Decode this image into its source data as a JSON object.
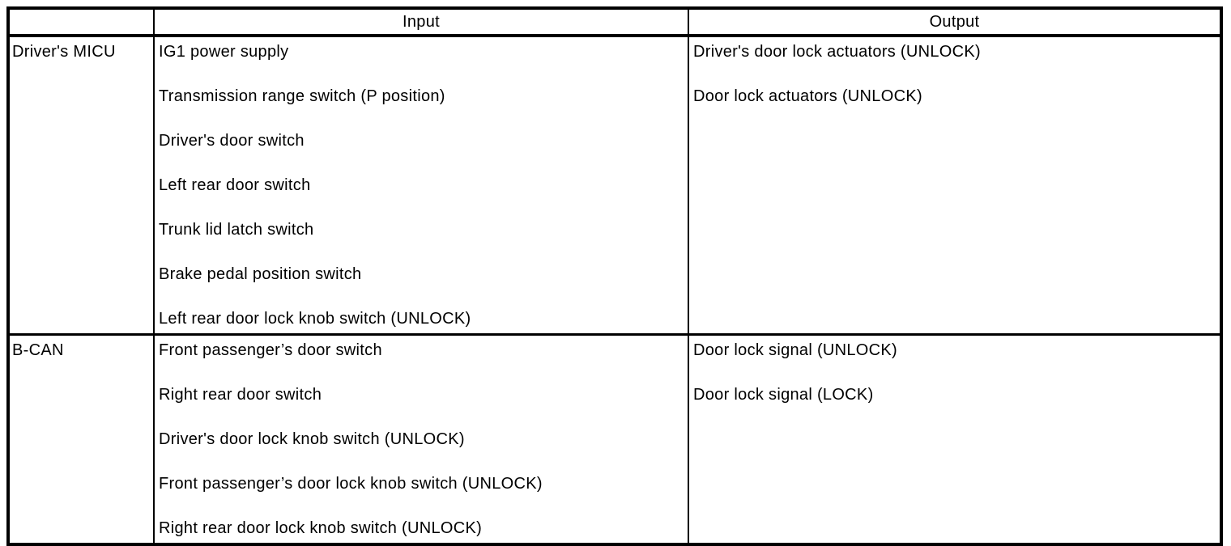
{
  "colors": {
    "border": "#000000",
    "text": "#000000",
    "background": "#ffffff"
  },
  "table": {
    "header": {
      "corner_label": "",
      "input_label": "Input",
      "output_label": "Output"
    },
    "rows": [
      {
        "source": "Driver's MICU",
        "inputs": [
          "IG1 power supply",
          "Transmission range switch (P position)",
          "Driver's door switch",
          "Left rear door switch",
          "Trunk lid latch switch",
          "Brake pedal position switch",
          "Left rear door lock knob switch (UNLOCK)"
        ],
        "outputs": [
          "Driver's door lock actuators (UNLOCK)",
          "Door lock actuators (UNLOCK)"
        ]
      },
      {
        "source": "B-CAN",
        "inputs": [
          "Front passenger’s door switch",
          "Right rear door switch",
          "Driver's door lock knob switch (UNLOCK)",
          "Front passenger’s door lock knob switch (UNLOCK)",
          "Right rear door lock knob switch (UNLOCK)"
        ],
        "outputs": [
          "Door lock signal (UNLOCK)",
          "Door lock signal (LOCK)"
        ]
      }
    ]
  }
}
